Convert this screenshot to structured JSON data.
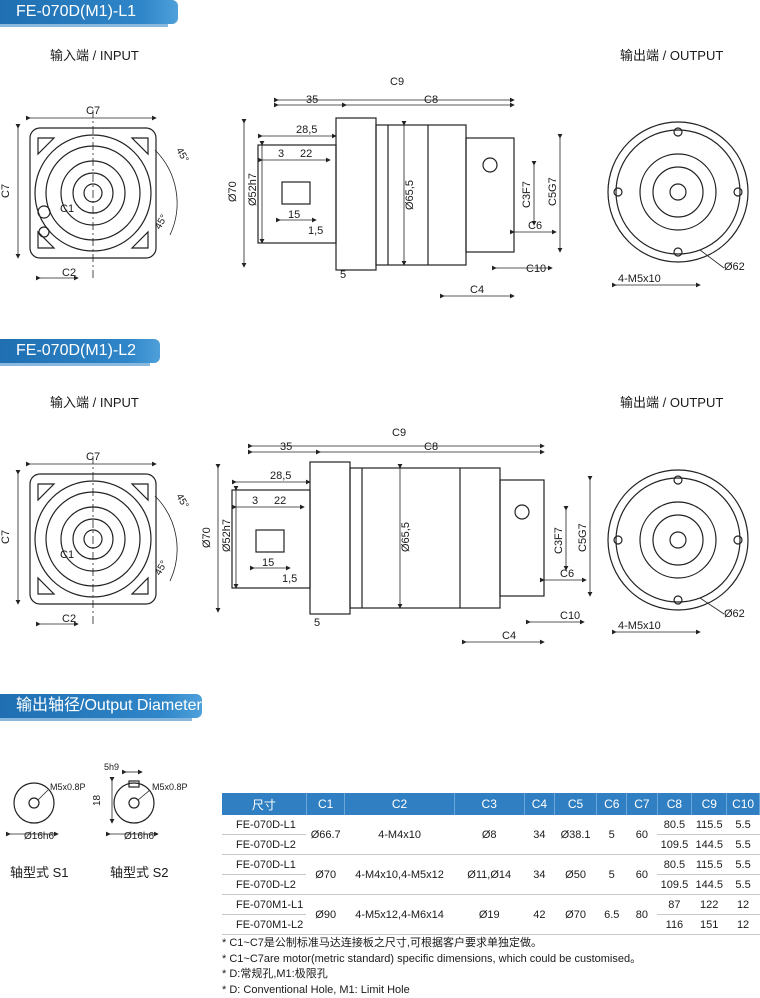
{
  "section1": {
    "title": "FE-070D(M1)-L1"
  },
  "section2": {
    "title": "FE-070D(M1)-L2"
  },
  "section3": {
    "title": "输出轴径/Output Diameter"
  },
  "input_label": "输入端 / INPUT",
  "output_label": "输出端 / OUTPUT",
  "dims": {
    "c1": "C1",
    "c2": "C2",
    "c3": "C3",
    "c3f7": "C3F7",
    "c4": "C4",
    "c5": "C5G7",
    "c6": "C6",
    "c7": "C7",
    "c8": "C8",
    "c9": "C9",
    "c10": "C10",
    "d35": "35",
    "d28_5": "28,5",
    "d3": "3",
    "d22": "22",
    "d15": "15",
    "d1_5": "1,5",
    "d5": "5",
    "phi70": "Ø70",
    "phi52": "Ø52h7",
    "phi65": "Ø65,5",
    "phi62": "Ø62",
    "m5": "4-M5x10",
    "deg45": "45°"
  },
  "shafts": {
    "s1": {
      "label": "轴型式 S1",
      "thread": "M5x0.8P",
      "dia": "Ø16h6"
    },
    "s2": {
      "label": "轴型式 S2",
      "thread": "M5x0.8P",
      "dia": "Ø16h6",
      "key": "5h9",
      "height": "18"
    }
  },
  "table": {
    "headers": [
      "尺寸",
      "C1",
      "C2",
      "C3",
      "C4",
      "C5",
      "C6",
      "C7",
      "C8",
      "C9",
      "C10"
    ],
    "groups": [
      {
        "models": [
          "FE-070D-L1",
          "FE-070D-L2"
        ],
        "c1": "Ø66.7",
        "c2": "4-M4x10",
        "c3": "Ø8",
        "c4": "34",
        "c5": "Ø38.1",
        "c6": "5",
        "c7": "60",
        "rows": [
          [
            "80.5",
            "115.5",
            "5.5"
          ],
          [
            "109.5",
            "144.5",
            "5.5"
          ]
        ]
      },
      {
        "models": [
          "FE-070D-L1",
          "FE-070D-L2"
        ],
        "c1": "Ø70",
        "c2": "4-M4x10,4-M5x12",
        "c3": "Ø11,Ø14",
        "c4": "34",
        "c5": "Ø50",
        "c6": "5",
        "c7": "60",
        "rows": [
          [
            "80.5",
            "115.5",
            "5.5"
          ],
          [
            "109.5",
            "144.5",
            "5.5"
          ]
        ]
      },
      {
        "models": [
          "FE-070M1-L1",
          "FE-070M1-L2"
        ],
        "c1": "Ø90",
        "c2": "4-M5x12,4-M6x14",
        "c3": "Ø19",
        "c4": "42",
        "c5": "Ø70",
        "c6": "6.5",
        "c7": "80",
        "rows": [
          [
            "87",
            "122",
            "12"
          ],
          [
            "116",
            "151",
            "12"
          ]
        ]
      }
    ]
  },
  "notes": [
    "* C1~C7是公制标准马达连接板之尺寸,可根据客户要求单独定做。",
    "* C1~C7are motor(metric standard)  specific dimensions, which could be customised。",
    "* D:常规孔,M1:极限孔",
    "* D: Conventional Hole, M1: Limit Hole"
  ]
}
